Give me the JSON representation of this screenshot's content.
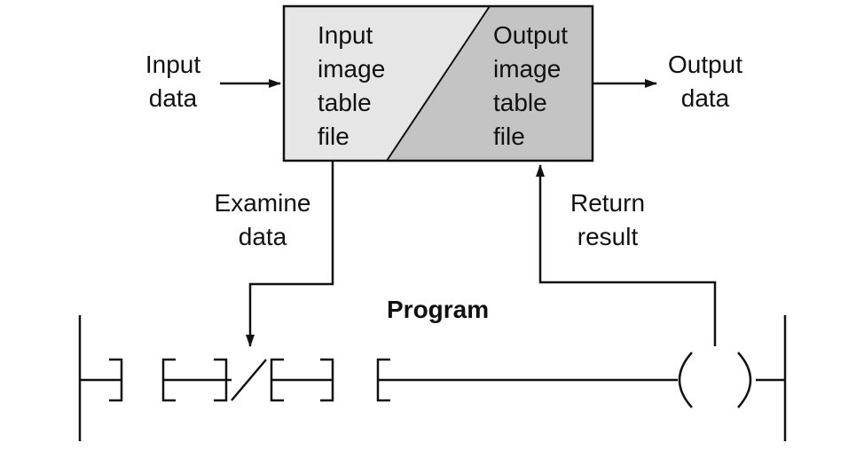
{
  "diagram": {
    "input_data": {
      "line1": "Input",
      "line2": "data"
    },
    "input_table": {
      "line1": "Input",
      "line2": "image",
      "line3": "table",
      "line4": "file"
    },
    "output_table": {
      "line1": "Output",
      "line2": "image",
      "line3": "table",
      "line4": "file"
    },
    "output_data": {
      "line1": "Output",
      "line2": "data"
    },
    "examine": {
      "line1": "Examine",
      "line2": "data"
    },
    "return": {
      "line1": "Return",
      "line2": "result"
    },
    "program_label": "Program"
  },
  "colors": {
    "input_fill": "#e6e6e6",
    "output_fill": "#c4c4c4",
    "stroke": "#111111",
    "background": "#ffffff"
  }
}
